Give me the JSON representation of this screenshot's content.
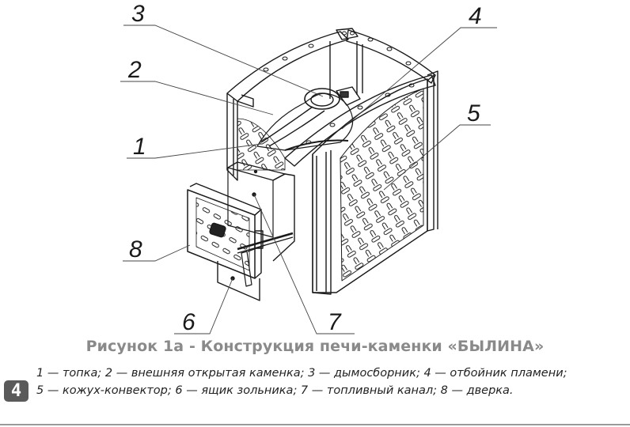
{
  "figure": {
    "callouts": [
      {
        "num": "1",
        "label": "топка"
      },
      {
        "num": "2",
        "label": "внешняя открытая каменка"
      },
      {
        "num": "3",
        "label": "дымосборник"
      },
      {
        "num": "4",
        "label": "отбойник пламени"
      },
      {
        "num": "5",
        "label": "кожух-конвектор"
      },
      {
        "num": "6",
        "label": "ящик зольника"
      },
      {
        "num": "7",
        "label": "топливный канал"
      },
      {
        "num": "8",
        "label": "дверка"
      }
    ]
  },
  "caption": "Рисунок 1а - Конструкция печи-каменки «БЫЛИНА»",
  "legend": {
    "line1": "1 — топка; 2 — внешняя открытая каменка; 3 — дымосборник; 4 — отбойник пламени;",
    "line2": "5 — кожух-конвектор; 6 — ящик зольника; 7 — топливный канал; 8 — дверка."
  },
  "page": {
    "number": "4",
    "badge_color": "#5a5a5a",
    "caption_color": "#8a8a8a"
  }
}
